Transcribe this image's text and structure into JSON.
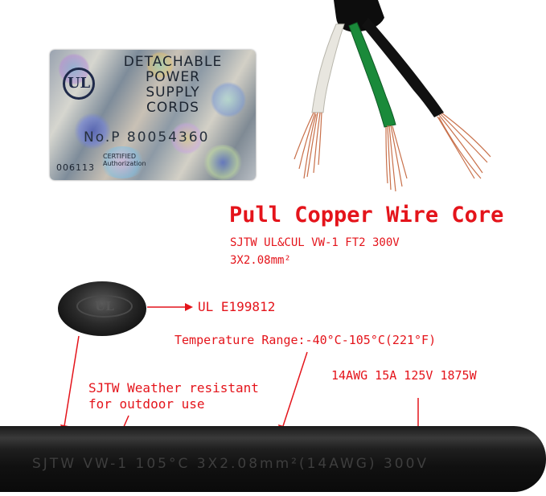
{
  "label": {
    "title_lines": [
      "DETACHABLE",
      "POWER",
      "SUPPLY",
      "CORDS"
    ],
    "ul_mark": "UL",
    "serial": "No.P 80054360",
    "code": "006113",
    "certified": [
      "CERTIFIED",
      "Authorization"
    ]
  },
  "headline": "Pull Copper Wire Core",
  "spec_line1": "SJTW UL&CUL VW-1 FT2 300V",
  "spec_line2": "3X2.08mm²",
  "zoom_mark": "UL",
  "ul_file": "UL E199812",
  "temperature": "Temperature Range:-40°C-105°C(221°F)",
  "rating": "14AWG 15A 125V 1875W",
  "weather_line1": "SJTW Weather resistant",
  "weather_line2": "for outdoor use",
  "cable_print": "SJTW  VW-1  105°C  3X2.08mm²(14AWG)  300V",
  "colors": {
    "annotation_red": "#e4141b",
    "cable_black": "#111111",
    "wire_white": "#e8e6df",
    "wire_green": "#1a8a3a",
    "copper": "#c8704a"
  }
}
